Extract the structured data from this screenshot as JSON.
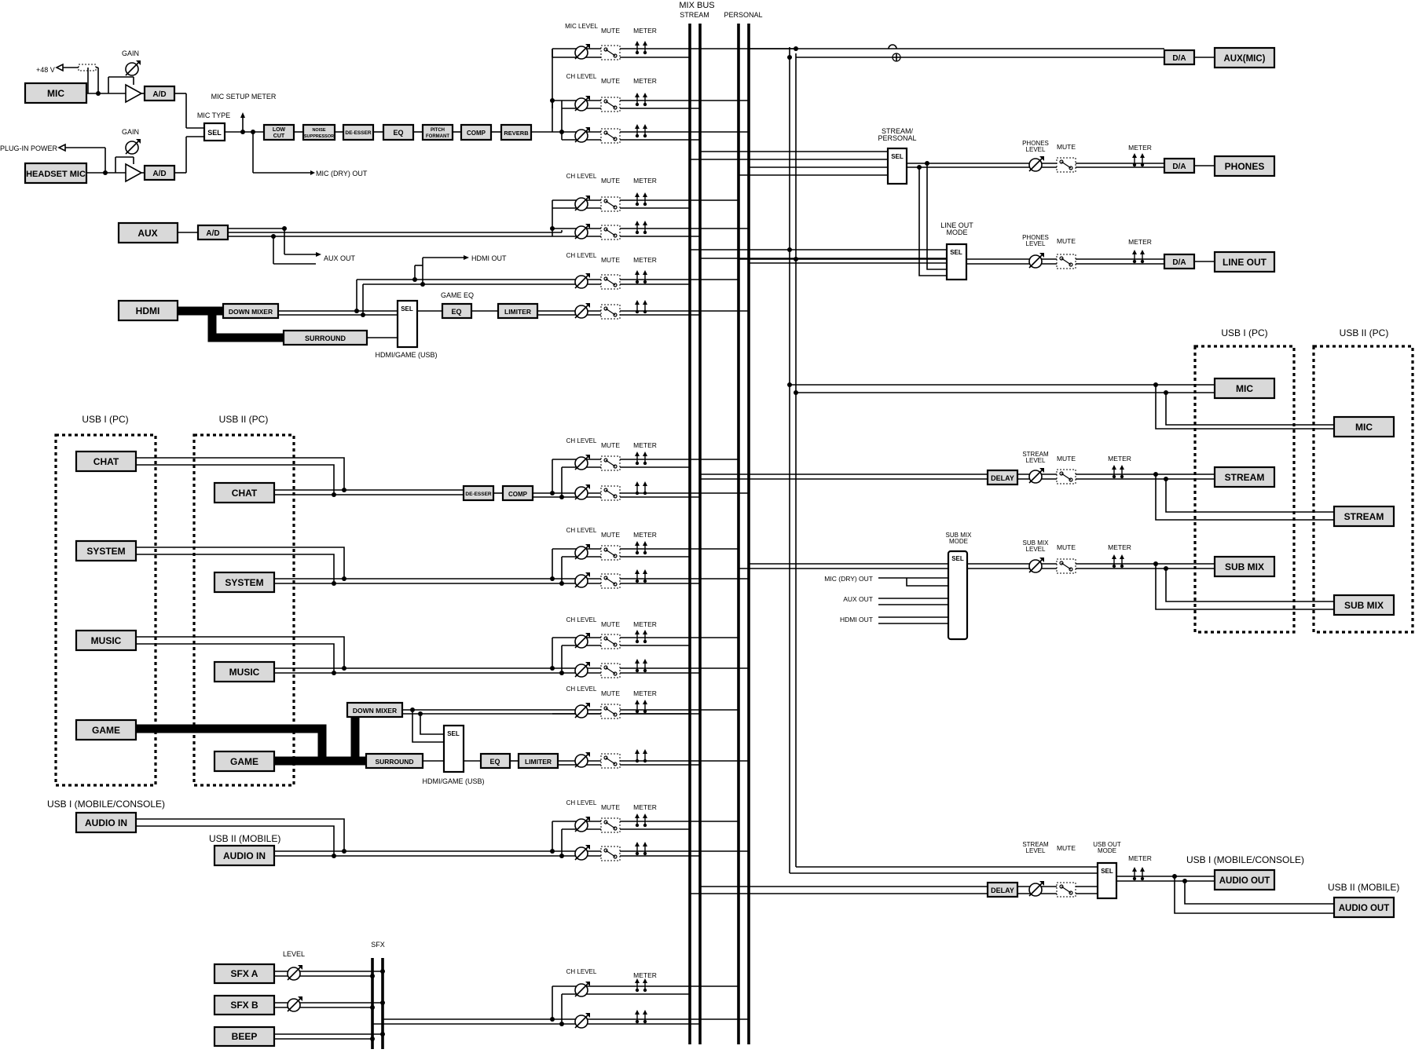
{
  "header": {
    "mix_bus": "MIX BUS",
    "stream": "STREAM",
    "personal": "PERSONAL",
    "sfx": "SFX"
  },
  "labels": {
    "mic_level": "MIC LEVEL",
    "ch_level": "CH LEVEL",
    "mute": "MUTE",
    "meter": "METER",
    "gain": "GAIN",
    "plus48v": "+48 V",
    "plugin_power": "PLUG-IN POWER",
    "mic_type": "MIC TYPE",
    "mic_setup_meter": "MIC SETUP METER",
    "mic_dry_out": "MIC (DRY) OUT",
    "aux_out": "AUX OUT",
    "hdmi_out": "HDMI OUT",
    "game_eq": "GAME EQ",
    "hdmi_game_usb": "HDMI/GAME (USB)",
    "stream_personal": "STREAM/ PERSONAL",
    "phones_level": "PHONES LEVEL",
    "line_out_mode": "LINE OUT MODE",
    "stream_level": "STREAM LEVEL",
    "sub_mix_mode": "SUB MIX MODE",
    "sub_mix_level": "SUB MIX LEVEL",
    "usb_out_mode": "USB OUT MODE",
    "level": "LEVEL",
    "usb1_pc": "USB I (PC)",
    "usb2_pc": "USB II (PC)",
    "usb1_mobile_console": "USB I (MOBILE/CONSOLE)",
    "usb2_mobile": "USB II (MOBILE)"
  },
  "inputs": {
    "mic": "MIC",
    "headset_mic": "HEADSET MIC",
    "aux": "AUX",
    "hdmi": "HDMI",
    "chat": "CHAT",
    "system": "SYSTEM",
    "music": "MUSIC",
    "game": "GAME",
    "audio_in": "AUDIO IN",
    "sfx_a": "SFX A",
    "sfx_b": "SFX B",
    "beep": "BEEP"
  },
  "blocks": {
    "ad": "A/D",
    "da": "D/A",
    "sel": "SEL",
    "low_cut": "LOW CUT",
    "noise_suppressor": "NOISE SUPPRESSOR",
    "de_esser": "DE-ESSER",
    "eq": "EQ",
    "pitch_formant": "PITCH FORMANT",
    "comp": "COMP",
    "reverb": "REVERB",
    "down_mixer": "DOWN MIXER",
    "surround": "SURROUND",
    "limiter": "LIMITER",
    "delay": "DELAY"
  },
  "outputs": {
    "aux_mic": "AUX(MIC)",
    "phones": "PHONES",
    "line_out": "LINE OUT",
    "mic": "MIC",
    "stream": "STREAM",
    "sub_mix": "SUB MIX",
    "audio_out": "AUDIO OUT"
  }
}
